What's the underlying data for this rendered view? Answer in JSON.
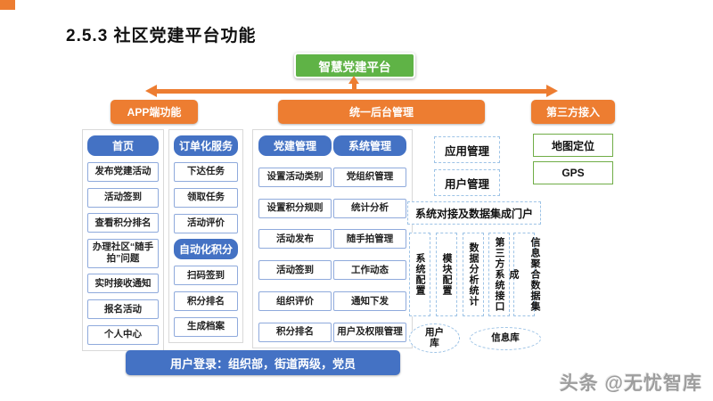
{
  "page": {
    "title": "2.5.3 社区党建平台功能",
    "watermark": "头条 @无忧智库"
  },
  "colors": {
    "accent_orange": "#ED7D31",
    "root_green": "#5FB346",
    "header_blue": "#4472C4",
    "button_border_blue": "#8FAADC",
    "dashed_blue": "#9DC3E6",
    "green_border": "#70AD47"
  },
  "root": {
    "label": "智慧党建平台"
  },
  "branches": {
    "app": "APP端功能",
    "backend": "统一后台管理",
    "third_party": "第三方接入"
  },
  "app": {
    "col1": {
      "header": "首页",
      "items": [
        "发布党建活动",
        "活动签到",
        "查看积分排名",
        "办理社区“随手拍”问题",
        "实时接收通知",
        "报名活动",
        "个人中心"
      ]
    },
    "col2a": {
      "header": "订单化服务",
      "items": [
        "下达任务",
        "领取任务",
        "活动评价"
      ]
    },
    "col2b": {
      "header": "自动化积分",
      "items": [
        "扫码签到",
        "积分排名",
        "生成档案"
      ]
    }
  },
  "backend": {
    "col1": {
      "header": "党建管理",
      "items": [
        "设置活动类别",
        "设置积分规则",
        "活动发布",
        "活动签到",
        "组织评价",
        "积分排名"
      ]
    },
    "col2": {
      "header": "系统管理",
      "items": [
        "党组织管理",
        "统计分析",
        "随手拍管理",
        "工作动态",
        "通知下发",
        "用户及权限管理"
      ]
    }
  },
  "portal": {
    "app_mgmt": "应用管理",
    "user_mgmt": "用户管理",
    "integration": "系统对接及数据集成门户",
    "vertical_boxes": [
      "系统配置",
      "模块配置",
      "数据分析统计",
      "第三方系统接口",
      "信息聚合数据集成"
    ],
    "databases": [
      "用户库",
      "信息库"
    ]
  },
  "third_party": {
    "items": [
      "地图定位",
      "GPS"
    ]
  },
  "login_bar": "用户登录：组织部，街道两级，党员"
}
